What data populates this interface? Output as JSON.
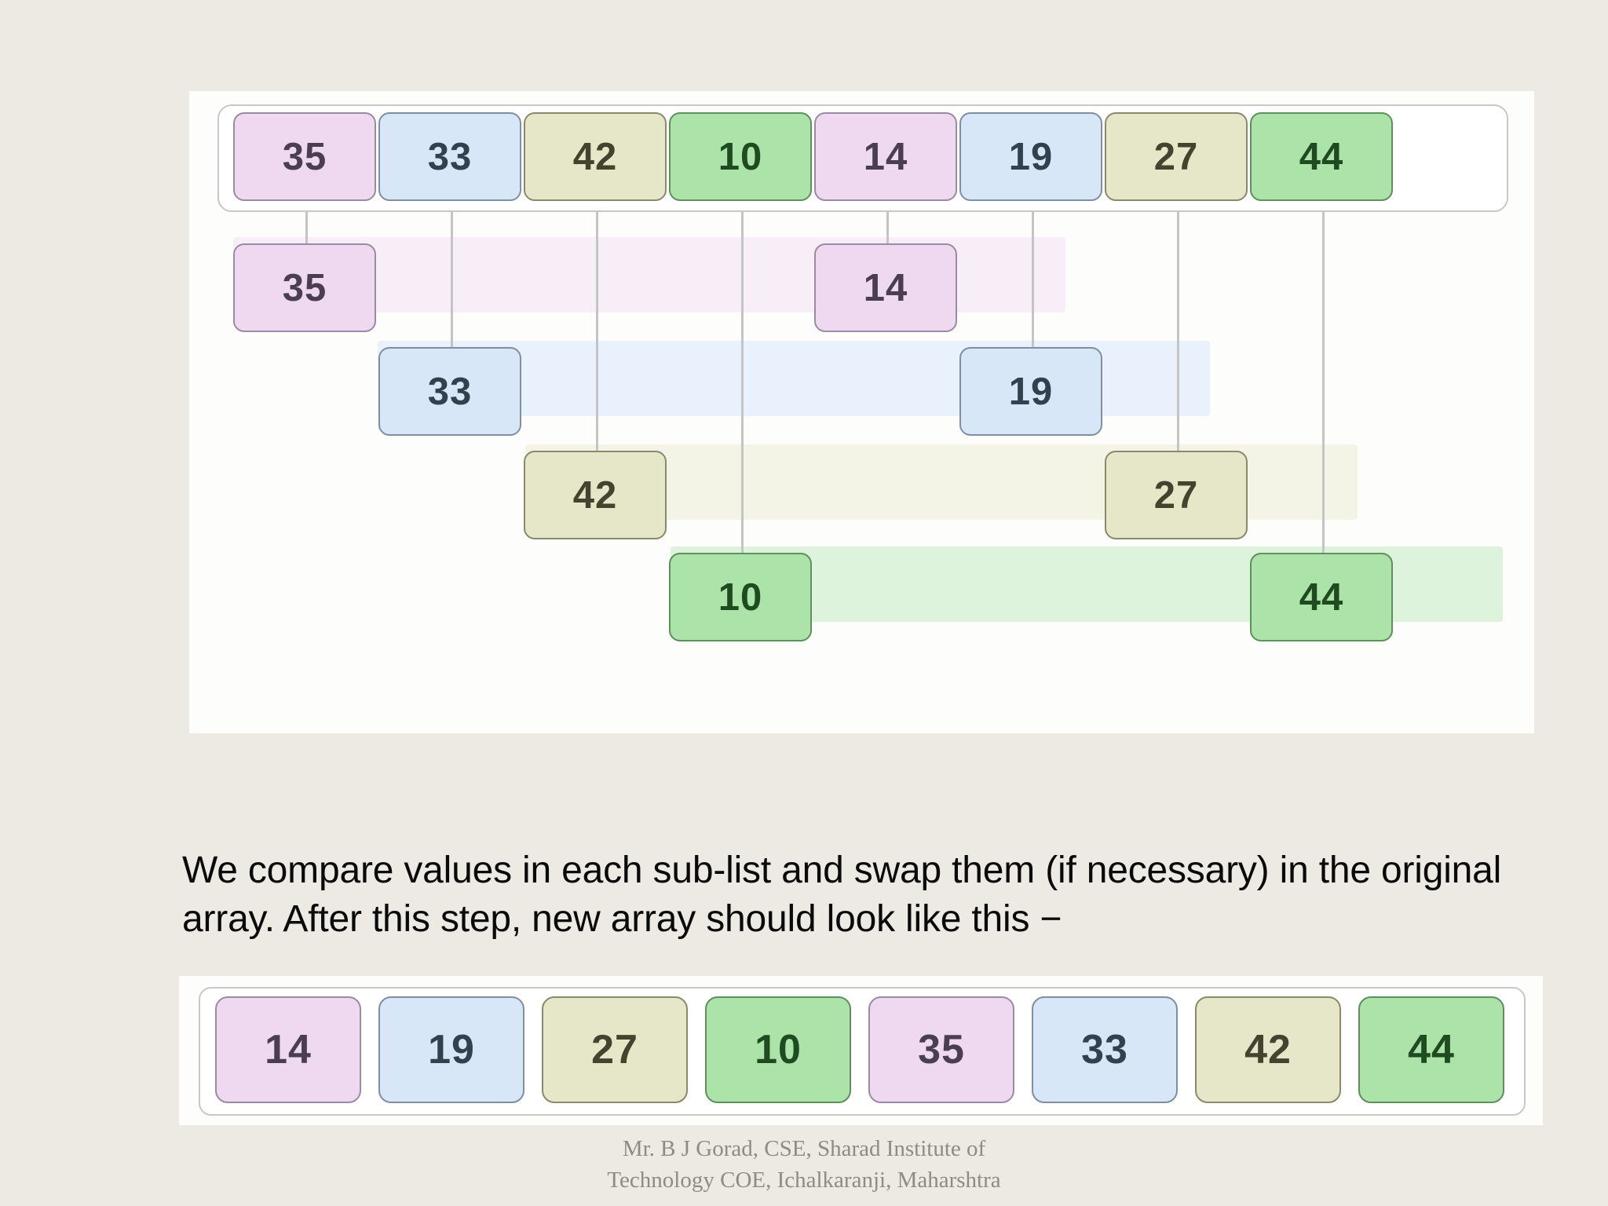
{
  "slide": {
    "background_color": "#EDEAE3",
    "panel_color": "#FDFDFB"
  },
  "palette": {
    "pink": "#EFD9F0",
    "blue": "#D7E7F7",
    "yellow": "#E6E6C8",
    "green": "#ACE3A8",
    "band_pink": "#F7EEF8",
    "band_blue": "#E9F2FC",
    "band_yellow": "#F3F3E6",
    "band_green": "#DEF3DC",
    "connector": "#C4C4C4"
  },
  "diagram": {
    "source_array": {
      "label": "source-array",
      "values": [
        "35",
        "33",
        "42",
        "10",
        "14",
        "19",
        "27",
        "44"
      ],
      "colors": [
        "pink",
        "blue",
        "yellow",
        "green",
        "pink",
        "blue",
        "yellow",
        "green"
      ]
    },
    "sublists": [
      {
        "name": "sublist-pink",
        "color": "pink",
        "left_value": "35",
        "right_value": "14",
        "left_index": 0,
        "right_index": 4
      },
      {
        "name": "sublist-blue",
        "color": "blue",
        "left_value": "33",
        "right_value": "19",
        "left_index": 1,
        "right_index": 5
      },
      {
        "name": "sublist-yellow",
        "color": "yellow",
        "left_value": "42",
        "right_value": "27",
        "left_index": 2,
        "right_index": 6
      },
      {
        "name": "sublist-green",
        "color": "green",
        "left_value": "10",
        "right_value": "44",
        "left_index": 3,
        "right_index": 7
      }
    ]
  },
  "caption": {
    "text": "We compare values in each sub-list and swap them (if necessary) in the original array. After this step, new array should look like this −"
  },
  "result_array": {
    "label": "result-array",
    "values": [
      "14",
      "19",
      "27",
      "10",
      "35",
      "33",
      "42",
      "44"
    ],
    "colors": [
      "pink",
      "blue",
      "yellow",
      "green",
      "pink",
      "blue",
      "yellow",
      "green"
    ]
  },
  "footer": {
    "line1": "Mr. B J Gorad, CSE, Sharad Institute of",
    "line2": "Technology COE, Ichalkaranji, Maharshtra"
  }
}
